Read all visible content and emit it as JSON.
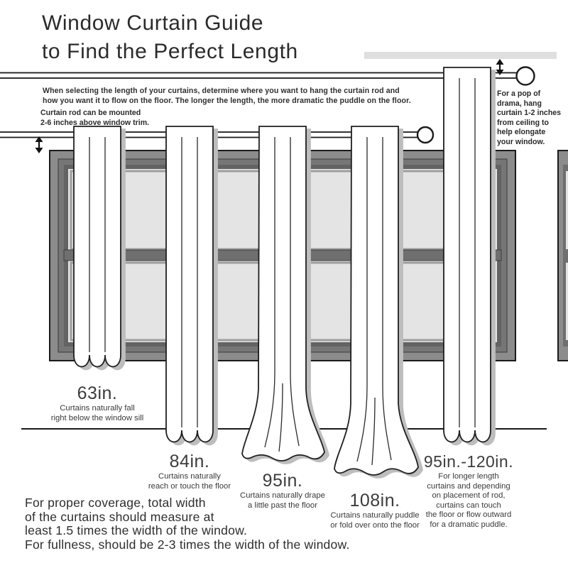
{
  "title": "Window Curtain Guide\nto Find the Perfect Length",
  "intro": "When selecting the length of your curtains, determine where you want to hang the curtain rod and\nhow you want it to flow on the floor. The longer the length, the more dramatic the puddle on the floor.",
  "rod_note": "Curtain rod can be mounted\n2-6 inches above window trim.",
  "ceiling_note": "For a pop of\ndrama, hang\ncurtain 1-2 inches\nfrom ceiling to\nhelp elongate\nyour window.",
  "footer": "For proper coverage, total width\nof the curtains should measure at\nleast 1.5 times the width of the window.\nFor fullness, should be 2-3 times the width of the window.",
  "curtains": [
    {
      "id": "63in",
      "size": "63in.",
      "description": "Curtains naturally fall\nright below the window sill"
    },
    {
      "id": "84in",
      "size": "84in.",
      "description": "Curtains naturally\nreach or touch the floor"
    },
    {
      "id": "95in",
      "size": "95in.",
      "description": "Curtains naturally drape\na little past the floor"
    },
    {
      "id": "108in",
      "size": "108in.",
      "description": "Curtains naturally puddle\nor fold over onto the floor"
    },
    {
      "id": "95-120in",
      "size": "95in.-120in.",
      "description": "For longer length\ncurtains and depending\non placement of rod,\ncurtains can touch\nthe floor or flow outward\nfor a dramatic puddle."
    }
  ],
  "colors": {
    "ink": "#2b2b2b",
    "frame_outer": "#8c8c8c",
    "frame_mid": "#767676",
    "frame_inner": "#636363",
    "pane": "#e4e4e4",
    "curtain_shadow": "#bdbdbd",
    "accent_bar": "#dfdfdf"
  }
}
